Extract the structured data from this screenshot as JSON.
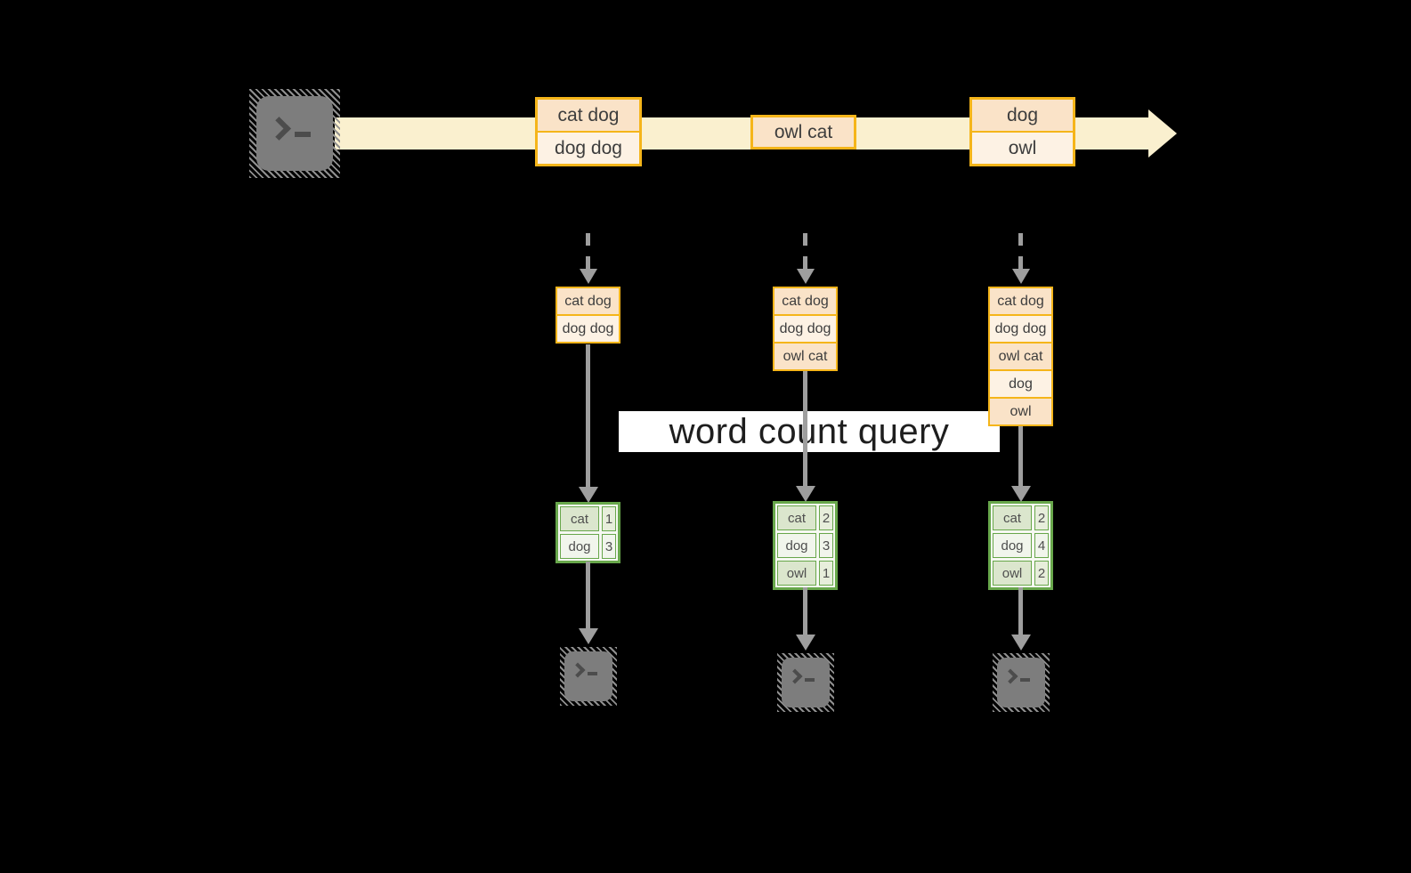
{
  "query_label": "word count query",
  "stream": {
    "batches": [
      {
        "rows": [
          "cat dog",
          "dog dog"
        ]
      },
      {
        "rows": [
          "owl cat"
        ]
      },
      {
        "rows": [
          "dog",
          "owl"
        ]
      }
    ]
  },
  "columns": [
    {
      "state": [
        "cat dog",
        "dog dog"
      ],
      "counts": [
        {
          "word": "cat",
          "count": "1"
        },
        {
          "word": "dog",
          "count": "3"
        }
      ]
    },
    {
      "state": [
        "cat dog",
        "dog dog",
        "owl cat"
      ],
      "counts": [
        {
          "word": "cat",
          "count": "2"
        },
        {
          "word": "dog",
          "count": "3"
        },
        {
          "word": "owl",
          "count": "1"
        }
      ]
    },
    {
      "state": [
        "cat dog",
        "dog dog",
        "owl cat",
        "dog",
        "owl"
      ],
      "counts": [
        {
          "word": "cat",
          "count": "2"
        },
        {
          "word": "dog",
          "count": "4"
        },
        {
          "word": "owl",
          "count": "2"
        }
      ]
    }
  ],
  "icons": {
    "source": "terminal-icon",
    "outputs": [
      "terminal-icon",
      "terminal-icon",
      "terminal-icon"
    ]
  },
  "colors": {
    "stream_band": "#faf0cf",
    "record_border": "#f5b51a",
    "record_fill_dark": "#fae3c8",
    "record_fill_light": "#fdf2e4",
    "table_border": "#68a74b",
    "table_fill_dark": "#dbe6cd",
    "table_fill_mid": "#e7eedb",
    "table_fill_light": "#f1f5ec",
    "arrow_gray": "#9e9e9e",
    "terminal_gray": "#7d7d7d",
    "query_bg": "#ffffff",
    "query_text": "#1e1e1e",
    "record_text": "#3d3d3d"
  }
}
